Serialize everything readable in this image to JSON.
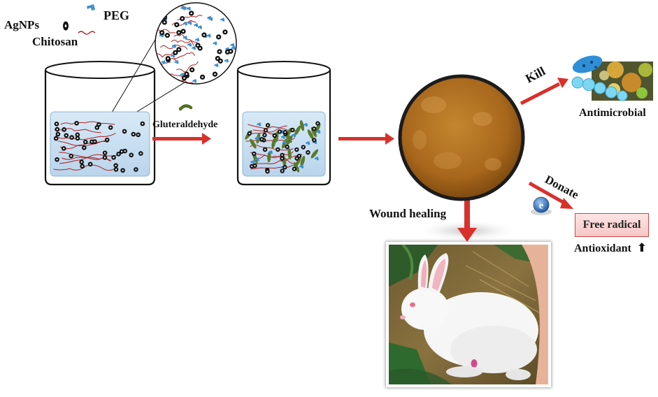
{
  "legend": {
    "agnps_label": "AgNPs",
    "peg_label": "PEG",
    "chitosan_label": "Chitosan"
  },
  "process": {
    "crosslinker_label": "Gluteraldehyde",
    "wound_label": "Wound healing"
  },
  "effects": {
    "kill_label": "Kill",
    "antimicrobial_label": "Antimicrobial",
    "donate_label": "Donate",
    "electron_symbol": "e",
    "free_radical_label": "Free radical",
    "antioxidant_label": "Antioxidant",
    "up_arrow": "⬆"
  },
  "colors": {
    "arrow": "#d9302c",
    "hydrogel": "#a86b1e",
    "peg": "#3d8fd1",
    "chitosan": "#b02020",
    "crosslinker": "#5a7a2a",
    "solution": "#cfe3f3"
  }
}
